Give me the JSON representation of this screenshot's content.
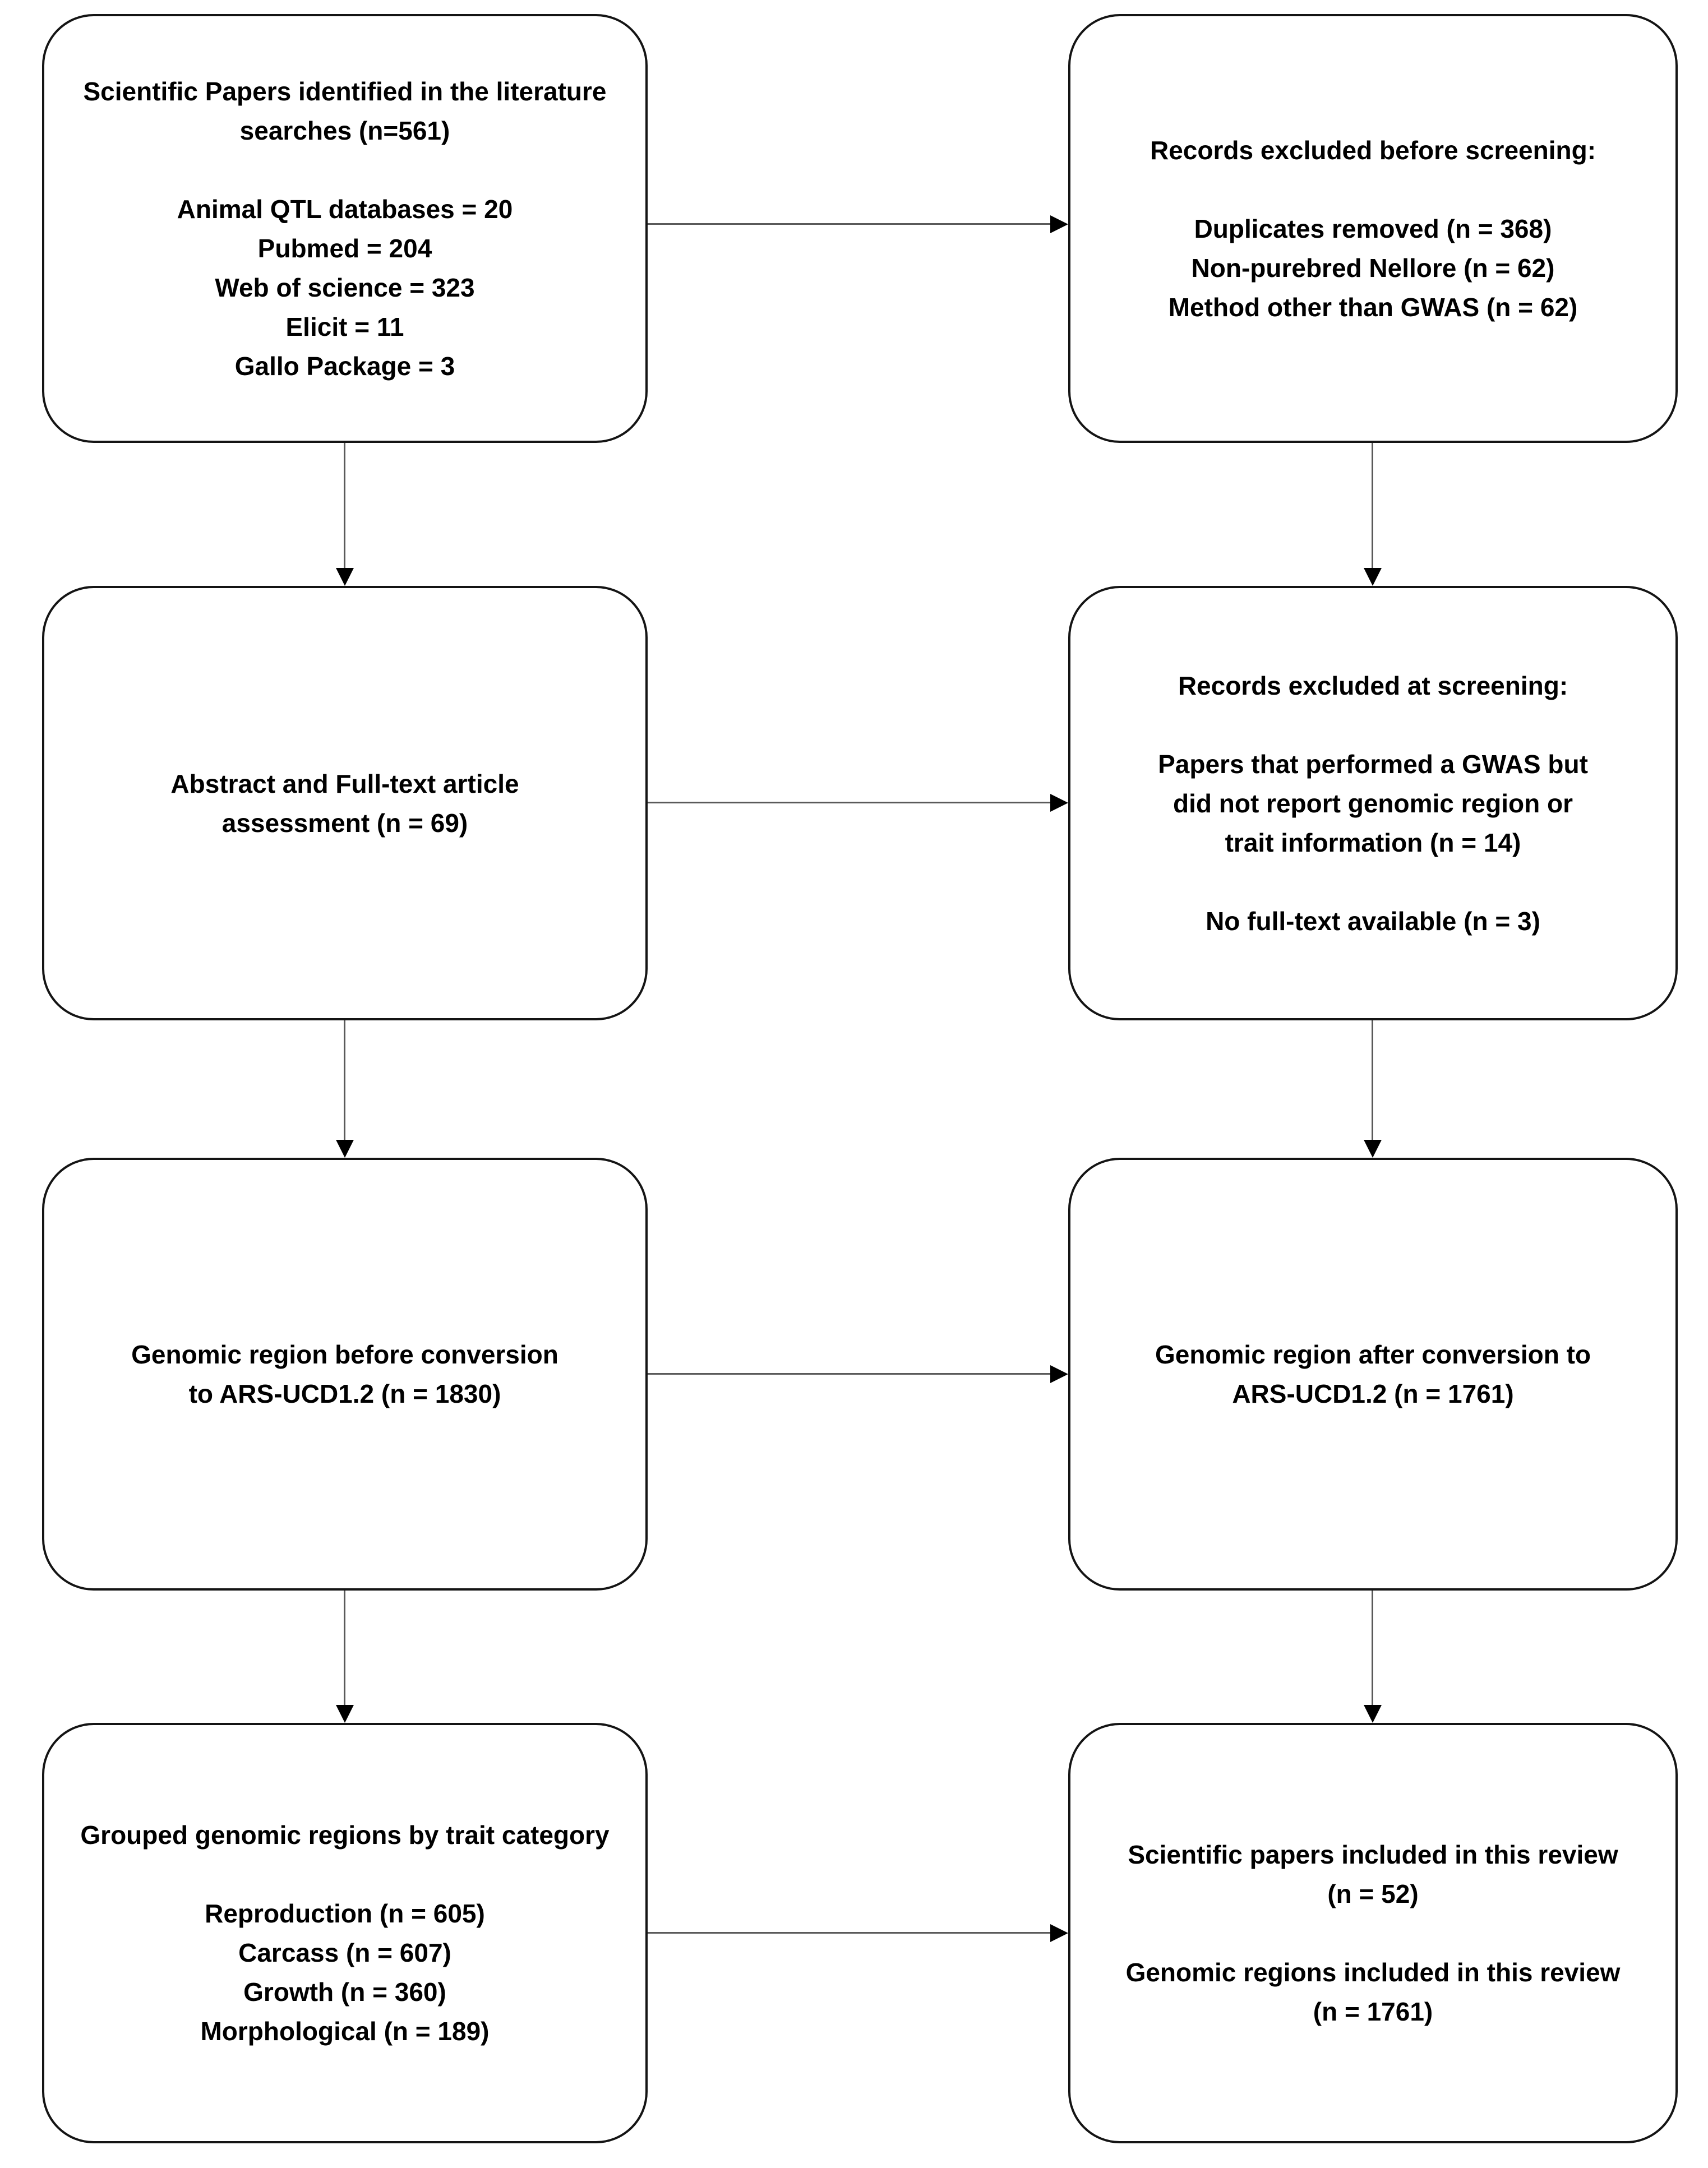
{
  "diagram": {
    "title": "Literature screening flow diagram",
    "colors": {
      "background": "#ffffff",
      "box_border": "#141414",
      "connector_line": "#5a5a5a",
      "arrowhead": "#000000",
      "text": "#000000"
    },
    "boxes": {
      "l1": {
        "name": "literature-search-identification",
        "lines": [
          "Scientific Papers identified in the literature",
          "searches (n=561)",
          "",
          "Animal QTL databases = 20",
          "Pubmed = 204",
          "Web of science = 323",
          "Elicit = 11",
          "Gallo Package = 3"
        ]
      },
      "r1": {
        "name": "records-excluded-before-screening",
        "lines": [
          "Records excluded before screening:",
          "",
          "Duplicates removed (n = 368)",
          "Non-purebred Nellore (n = 62)",
          "Method other than GWAS (n = 62)"
        ]
      },
      "l2": {
        "name": "abstract-fulltext-assessment",
        "lines": [
          "Abstract and Full-text article",
          "assessment (n = 69)"
        ]
      },
      "r2": {
        "name": "records-excluded-at-screening",
        "lines": [
          "Records excluded at screening:",
          "",
          "Papers that performed a GWAS but",
          "did not report genomic region or",
          "trait information (n = 14)",
          "",
          "No full-text available (n = 3)"
        ]
      },
      "l3": {
        "name": "genomic-region-before-conversion",
        "lines": [
          "Genomic region before conversion",
          "to ARS-UCD1.2 (n = 1830)"
        ]
      },
      "r3": {
        "name": "genomic-region-after-conversion",
        "lines": [
          "Genomic region after conversion to",
          "ARS-UCD1.2 (n = 1761)"
        ]
      },
      "l4": {
        "name": "grouped-genomic-regions-by-trait",
        "lines": [
          "Grouped genomic regions by trait category",
          "",
          "Reproduction (n = 605)",
          "Carcass (n = 607)",
          "Growth (n = 360)",
          "Morphological (n = 189)"
        ]
      },
      "r4": {
        "name": "included-in-review",
        "lines": [
          "Scientific papers included in this review",
          "(n = 52)",
          "",
          "Genomic regions included in this review",
          "(n = 1761)"
        ]
      }
    },
    "edges": [
      {
        "from": "literature-search-identification",
        "to": "records-excluded-before-screening",
        "direction": "right"
      },
      {
        "from": "literature-search-identification",
        "to": "abstract-fulltext-assessment",
        "direction": "down"
      },
      {
        "from": "records-excluded-before-screening",
        "to": "records-excluded-at-screening",
        "direction": "down"
      },
      {
        "from": "abstract-fulltext-assessment",
        "to": "records-excluded-at-screening",
        "direction": "right"
      },
      {
        "from": "abstract-fulltext-assessment",
        "to": "genomic-region-before-conversion",
        "direction": "down"
      },
      {
        "from": "records-excluded-at-screening",
        "to": "genomic-region-after-conversion",
        "direction": "down"
      },
      {
        "from": "genomic-region-before-conversion",
        "to": "genomic-region-after-conversion",
        "direction": "right"
      },
      {
        "from": "genomic-region-before-conversion",
        "to": "grouped-genomic-regions-by-trait",
        "direction": "down"
      },
      {
        "from": "genomic-region-after-conversion",
        "to": "included-in-review",
        "direction": "down"
      },
      {
        "from": "grouped-genomic-regions-by-trait",
        "to": "included-in-review",
        "direction": "right"
      }
    ]
  }
}
